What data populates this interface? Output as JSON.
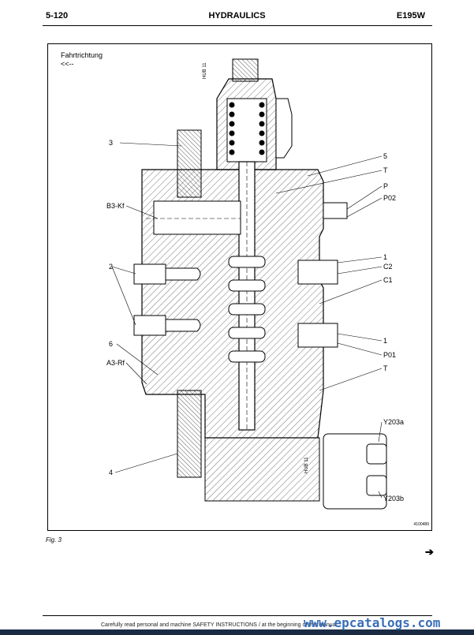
{
  "header": {
    "page_number": "5-120",
    "section": "HYDRAULICS",
    "model": "E195W"
  },
  "figure": {
    "direction_label": "Fahrtrichtung",
    "direction_arrow": "<<--",
    "drawing_number": "4100489",
    "stroke_label": "HUB 11",
    "labels_left": {
      "l3": "3",
      "b3kf": "B3-Kf",
      "l2": "2",
      "l6": "6",
      "a3rf": "A3-Rf",
      "l4": "4"
    },
    "labels_right": {
      "l5": "5",
      "t_upper": "T",
      "p": "P",
      "p02": "P02",
      "l1_upper": "1",
      "c2": "C2",
      "c1": "C1",
      "l1_lower": "1",
      "p01": "P01",
      "t_lower": "T",
      "y203a": "Y203a",
      "y203b": "Y203b"
    },
    "caption": "Fig. 3"
  },
  "navigation": {
    "next_arrow": "➔"
  },
  "footer": {
    "notice": "Carefully read personal and machine SAFETY INSTRUCTIONS / at the beginning of this manual",
    "watermark": "www.epcatalogs.com"
  },
  "colors": {
    "watermark": "#3a6fb8",
    "watermark_bar": "#1b2b44"
  }
}
